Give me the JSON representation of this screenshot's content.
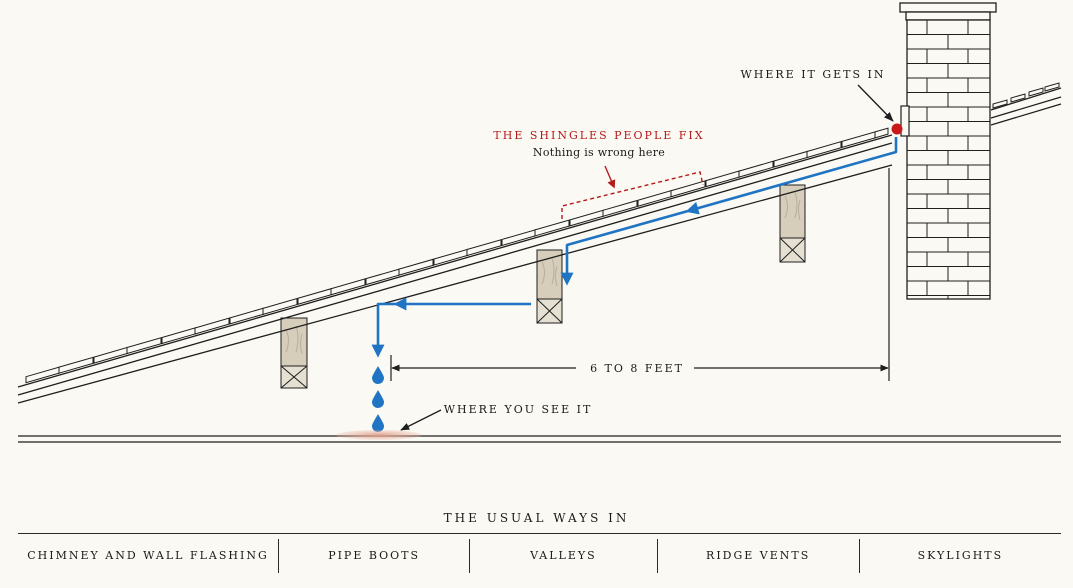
{
  "labels": {
    "where_it_gets_in": "WHERE IT GETS IN",
    "shingles_title": "THE SHINGLES PEOPLE FIX",
    "shingles_sub": "Nothing is wrong here",
    "distance": "6 TO 8 FEET",
    "where_you_see_it": "WHERE YOU SEE IT"
  },
  "legend": {
    "title": "THE USUAL WAYS IN",
    "items": [
      "CHIMNEY AND WALL FLASHING",
      "PIPE BOOTS",
      "VALLEYS",
      "RIDGE VENTS",
      "SKYLIGHTS"
    ]
  },
  "colors": {
    "ink": "#1f1f1f",
    "water": "#1f74c4",
    "entry_dot": "#c81a1a",
    "shingle_callout": "#b31b1b",
    "stain": "#e3aa98",
    "wood": "#d6cebb",
    "paper": "#fbf9f3"
  }
}
